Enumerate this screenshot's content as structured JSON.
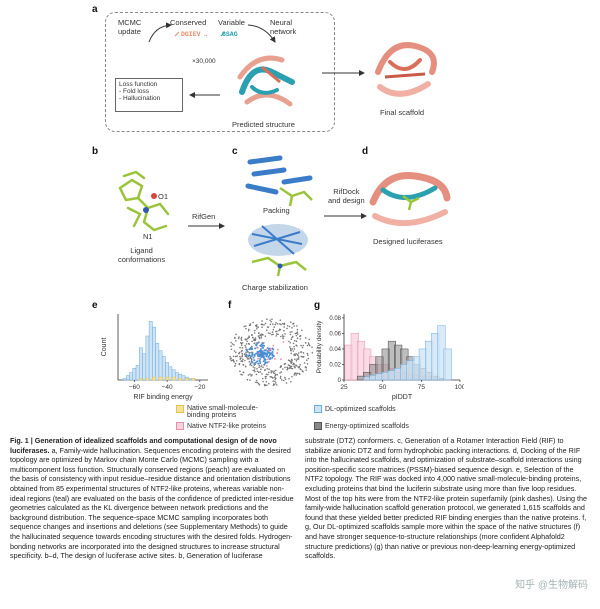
{
  "panels": {
    "a": {
      "label": "a",
      "mcmc": "MCMC\nupdate",
      "conserved": "Conserved",
      "variable": "Variable",
      "seq_conserved": "DGIEV",
      "seq_sep": "..",
      "seq_variable": "GSAG",
      "neural": "Neural\nnetwork",
      "iterations": "×30,000",
      "loss_title": "Loss function",
      "loss_items": [
        "- Fold loss",
        "- Hallucination"
      ],
      "predicted": "Predicted structure",
      "final": "Final scaffold"
    },
    "b": {
      "label": "b",
      "o1": "O1",
      "n1": "N1",
      "conformations": "Ligand\nconformations",
      "arrow": "RifGen"
    },
    "c": {
      "label": "c",
      "packing": "Packing",
      "charge": "Charge stabilization",
      "arrow": "RifDock\nand design"
    },
    "d": {
      "label": "d",
      "designed": "Designed luciferases"
    },
    "e": {
      "label": "e",
      "ylabel": "Count",
      "xlabel": "RIF binding energy",
      "ticks": [
        "−60",
        "−40",
        "−20"
      ]
    },
    "f": {
      "label": "f"
    },
    "g": {
      "label": "g",
      "ylabel": "Probability density",
      "xlabel": "pIDDT",
      "xticks": [
        "25",
        "50",
        "75",
        "100"
      ],
      "yticks": [
        "0",
        "0.02",
        "0.04",
        "0.06",
        "0.08"
      ]
    }
  },
  "legend": [
    {
      "text": "Native small-molecule-\nbinding proteins",
      "color": "#e8c24a"
    },
    {
      "text": "DL-optimized scaffolds",
      "color": "#6aaee0"
    },
    {
      "text": "Native NTF2-like proteins",
      "color": "#e88fa8"
    },
    {
      "text": "Energy-optimized scaffolds",
      "color": "#555555"
    }
  ],
  "chart_data": [
    {
      "type": "bar",
      "panel": "e",
      "series": [
        {
          "name": "DL-optimized scaffolds",
          "x": [
            -66,
            -64,
            -62,
            -60,
            -58,
            -56,
            -54,
            -52,
            -50,
            -48,
            -46,
            -44,
            -42,
            -40,
            -38,
            -36,
            -34,
            -32,
            -30,
            -28,
            -26,
            -24
          ],
          "values": [
            1,
            3,
            5,
            8,
            10,
            22,
            18,
            30,
            40,
            36,
            25,
            20,
            16,
            12,
            9,
            7,
            5,
            4,
            3,
            2,
            1,
            1
          ]
        },
        {
          "name": "Native small-molecule-binding proteins",
          "x": [
            -56,
            -52,
            -48,
            -44,
            -40,
            -36,
            -32,
            -28,
            -24
          ],
          "values": [
            1,
            1,
            2,
            2,
            2,
            2,
            1,
            1,
            1
          ]
        }
      ],
      "xlabel": "RIF binding energy",
      "ylabel": "Count",
      "xlim": [
        -70,
        -15
      ]
    },
    {
      "type": "bar",
      "panel": "g",
      "xlabel": "pIDDT",
      "ylabel": "Probability density",
      "xlim": [
        25,
        100
      ],
      "ylim": [
        0,
        0.085
      ],
      "series": [
        {
          "name": "Native NTF2-like proteins",
          "x": [
            28,
            32,
            36,
            40,
            44,
            48,
            52,
            56,
            60,
            64,
            68,
            72,
            76,
            80,
            84,
            88,
            92
          ],
          "values": [
            0.045,
            0.06,
            0.05,
            0.04,
            0.03,
            0.02,
            0.02,
            0.015,
            0.01,
            0.01,
            0.008,
            0.006,
            0.005,
            0.004,
            0.003,
            0.002,
            0.001
          ]
        },
        {
          "name": "Energy-optimized scaffolds",
          "x": [
            36,
            40,
            44,
            48,
            52,
            56,
            60,
            64,
            68,
            72,
            76,
            80,
            84,
            88
          ],
          "values": [
            0.005,
            0.01,
            0.02,
            0.03,
            0.04,
            0.05,
            0.045,
            0.04,
            0.03,
            0.02,
            0.015,
            0.01,
            0.005,
            0.002
          ]
        },
        {
          "name": "DL-optimized scaffolds",
          "x": [
            40,
            44,
            48,
            52,
            56,
            60,
            64,
            68,
            72,
            76,
            80,
            84,
            88,
            92
          ],
          "values": [
            0.004,
            0.006,
            0.008,
            0.01,
            0.012,
            0.015,
            0.02,
            0.025,
            0.03,
            0.04,
            0.05,
            0.06,
            0.07,
            0.04
          ]
        }
      ]
    }
  ],
  "caption": {
    "left": "Fig. 1 | Generation of idealized scaffolds and computational design of de novo luciferases. a, Family-wide hallucination. Sequences encoding proteins with the desired topology are optimized by Markov chain Monte Carlo (MCMC) sampling with a multicomponent loss function. Structurally conserved regions (peach) are evaluated on the basis of consistency with input residue–residue distance and orientation distributions obtained from 85 experimental structures of NTF2-like proteins, whereas variable non-ideal regions (teal) are evaluated on the basis of the confidence of predicted inter-residue geometries calculated as the KL divergence between network predictions and the background distribution. The sequence-space MCMC sampling incorporates both sequence changes and insertions and deletions (see Supplementary Methods) to guide the hallucinated sequence towards encoding structures with the desired folds. Hydrogen-bonding networks are incorporated into the designed structures to increase structural specificity. b–d, The design of luciferase active sites. b, Generation of luciferase",
    "right": "substrate (DTZ) conformers. c, Generation of a Rotamer Interaction Field (RIF) to stabilize anionic DTZ and form hydrophobic packing interactions. d, Docking of the RIF into the hallucinated scaffolds, and optimization of substrate–scaffold interactions using position-specific score matrices (PSSM)-biased sequence design. e, Selection of the NTF2 topology. The RIF was docked into 4,000 native small-molecule-binding proteins, excluding proteins that bind the luciferin substrate using more than five loop residues. Most of the top hits were from the NTF2-like protein superfamily (pink dashes). Using the family-wide hallucination scaffold generation protocol, we generated 1,615 scaffolds and found that these yielded better predicted RIF binding energies than the native proteins. f, g, Our DL-optimized scaffolds sample more within the space of the native structures (f) and have stronger sequence-to-structure relationships (more confident Alphafold2 structure predictions) (g) than native or previous non-deep-learning energy-optimized scaffolds."
  },
  "watermark": "知乎 @生物解码"
}
